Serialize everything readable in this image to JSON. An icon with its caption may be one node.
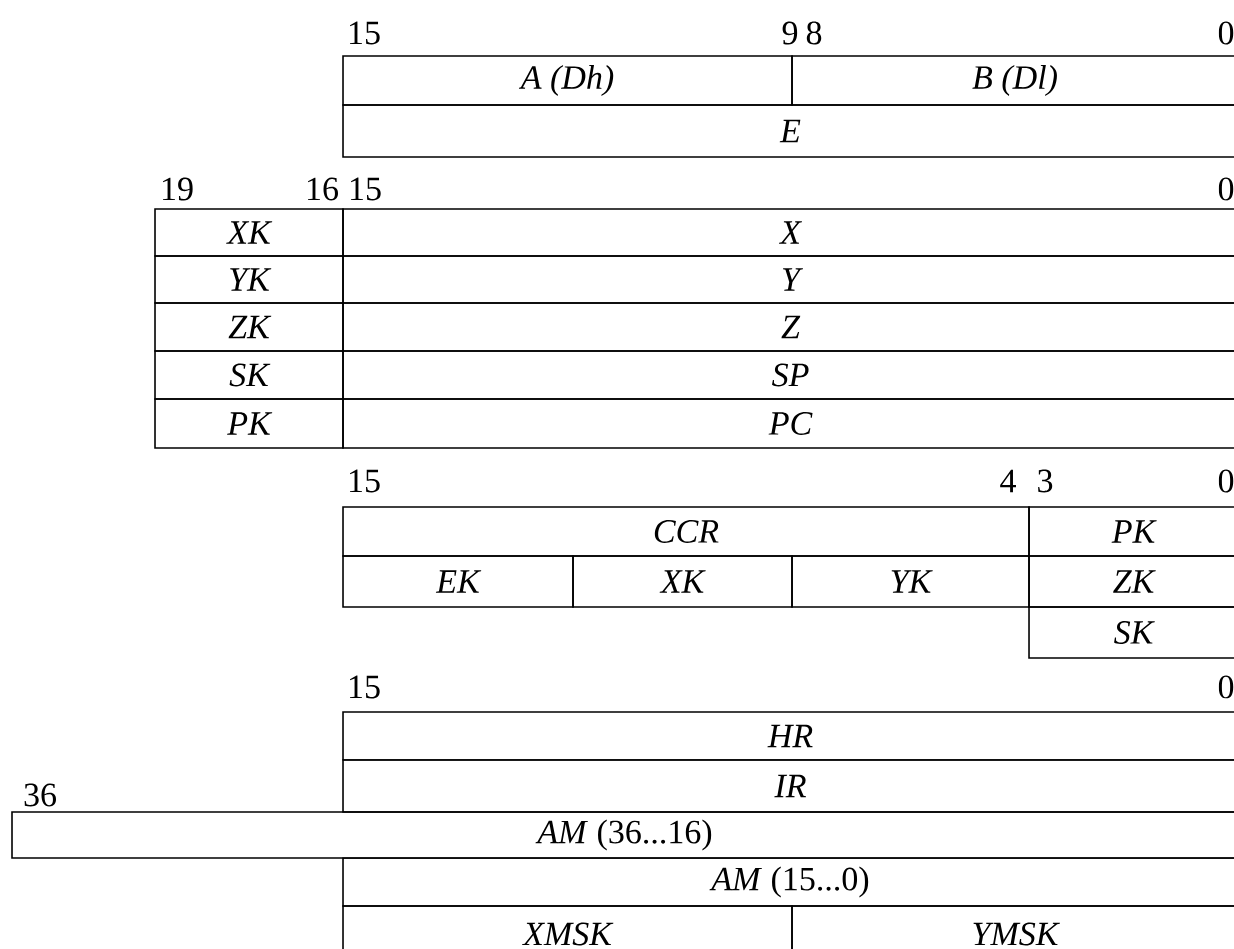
{
  "diagram": {
    "nodes": [
      {
        "text": [
          "A (Dh)"
        ]
      },
      {
        "text": [
          "B (Dl)"
        ]
      },
      {
        "text": [
          "E"
        ]
      },
      {
        "text": [
          "XK"
        ]
      },
      {
        "text": [
          "X"
        ]
      },
      {
        "text": [
          "YK"
        ]
      },
      {
        "text": [
          "Y"
        ]
      },
      {
        "text": [
          "ZK"
        ]
      },
      {
        "text": [
          "Z"
        ]
      },
      {
        "text": [
          "SK"
        ]
      },
      {
        "text": [
          "SP"
        ]
      },
      {
        "text": [
          "PK"
        ]
      },
      {
        "text": [
          "PC"
        ]
      },
      {
        "text": [
          "CCR"
        ]
      },
      {
        "text": [
          "PK"
        ]
      },
      {
        "text": [
          "EK"
        ]
      },
      {
        "text": [
          "XK"
        ]
      },
      {
        "text": [
          "YK"
        ]
      },
      {
        "text": [
          "ZK"
        ]
      },
      {
        "text": [
          "SK"
        ]
      },
      {
        "text": [
          "HR"
        ]
      },
      {
        "text": [
          "IR"
        ]
      },
      {
        "text": [
          "*AM* (36...16)"
        ]
      },
      {
        "text": [
          "*AM* (15...0)"
        ]
      },
      {
        "text": [
          "XMSK"
        ]
      },
      {
        "text": [
          "YMSK"
        ]
      }
    ],
    "labels": [
      "15",
      "9",
      "8",
      "0",
      "19",
      "16",
      "15",
      "0",
      "15",
      "4",
      "3",
      "0",
      "15",
      "0",
      "36"
    ]
  }
}
